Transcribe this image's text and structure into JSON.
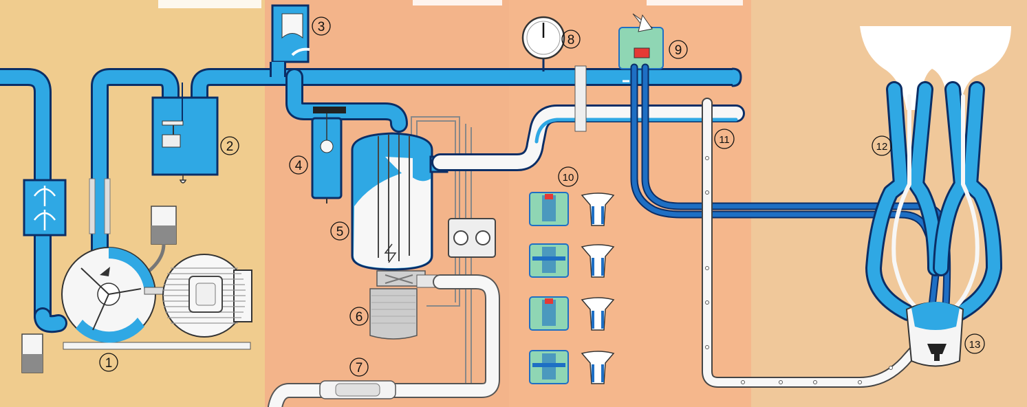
{
  "diagram": {
    "labels": [
      {
        "id": "1",
        "text": "1"
      },
      {
        "id": "2",
        "text": "2"
      },
      {
        "id": "3",
        "text": "3"
      },
      {
        "id": "4",
        "text": "4"
      },
      {
        "id": "5",
        "text": "5"
      },
      {
        "id": "6",
        "text": "6"
      },
      {
        "id": "7",
        "text": "7"
      },
      {
        "id": "8",
        "text": "8"
      },
      {
        "id": "9",
        "text": "9"
      },
      {
        "id": "10",
        "text": "10"
      },
      {
        "id": "11",
        "text": "11"
      },
      {
        "id": "12",
        "text": "12"
      },
      {
        "id": "13",
        "text": "13"
      }
    ]
  },
  "colors": {
    "panel_left": "#f0cc8e",
    "panel_mid": "#f3b48a",
    "panel_right": "#f0c89a",
    "vacuum_blue": "#2fa8e4",
    "pulse_blue": "#1e6fc4",
    "outline": "#0b2e66",
    "milk_white": "#f7f7f7",
    "device_green": "#8fd6b4"
  }
}
